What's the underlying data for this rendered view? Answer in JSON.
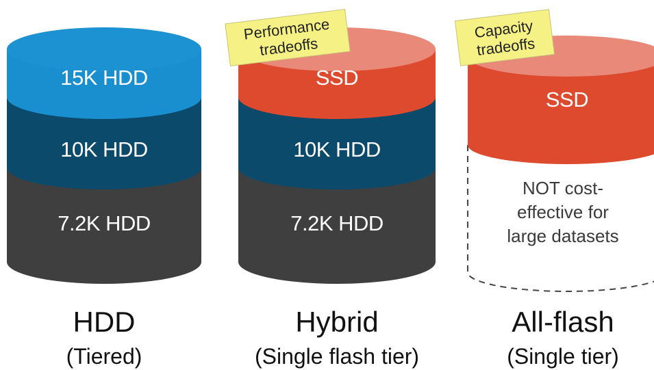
{
  "colors": {
    "hdd15k": "#1a8fd0",
    "hdd15k_top": "#1c92d2",
    "hdd10k": "#0b4a6b",
    "hdd72k": "#3f3f3f",
    "ssd": "#dd4a2d",
    "ssd_top": "#e8897a",
    "note": "#f5f184"
  },
  "cylinders": [
    {
      "id": "hdd",
      "segments": [
        "15K HDD",
        "10K HDD",
        "7.2K HDD"
      ],
      "title": "HDD",
      "subtitle": "(Tiered)"
    },
    {
      "id": "hybrid",
      "segments": [
        "SSD",
        "10K HDD",
        "7.2K HDD"
      ],
      "title": "Hybrid",
      "subtitle": "(Single flash tier)",
      "note": [
        "Performance",
        "tradeoffs"
      ]
    },
    {
      "id": "allflash",
      "segments": [
        "SSD"
      ],
      "empty_text": [
        "NOT cost-",
        "effective for",
        "large datasets"
      ],
      "title": "All-flash",
      "subtitle": "(Single tier)",
      "note": [
        "Capacity",
        "tradeoffs"
      ]
    }
  ]
}
